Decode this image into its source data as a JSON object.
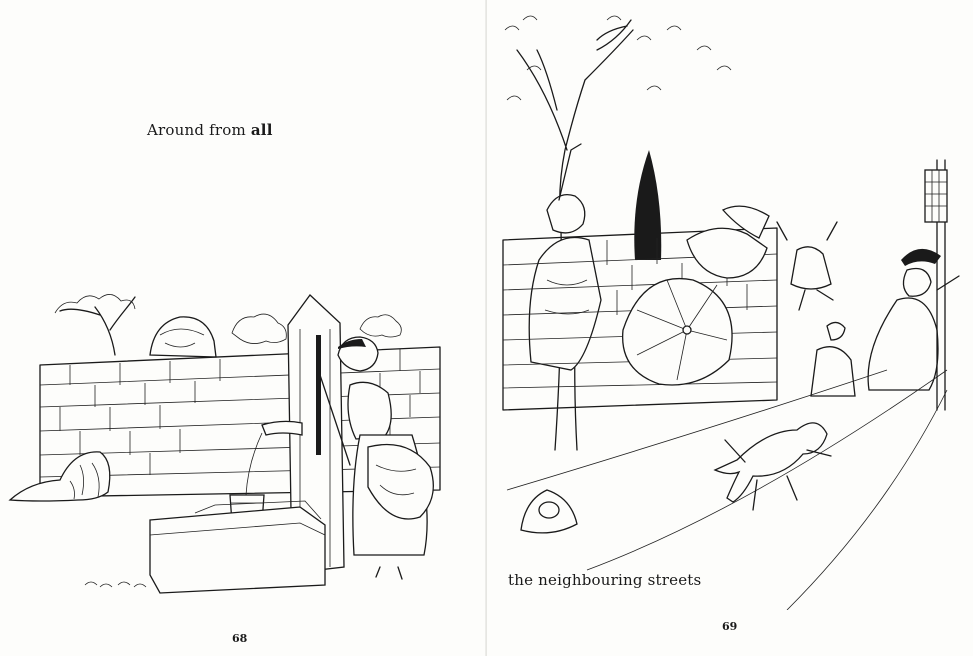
{
  "book": {
    "left_page": {
      "caption_main": "Around from",
      "caption_bold": "all",
      "page_number": "68"
    },
    "right_page": {
      "caption": "the neighbouring streets",
      "page_number": "69"
    }
  }
}
